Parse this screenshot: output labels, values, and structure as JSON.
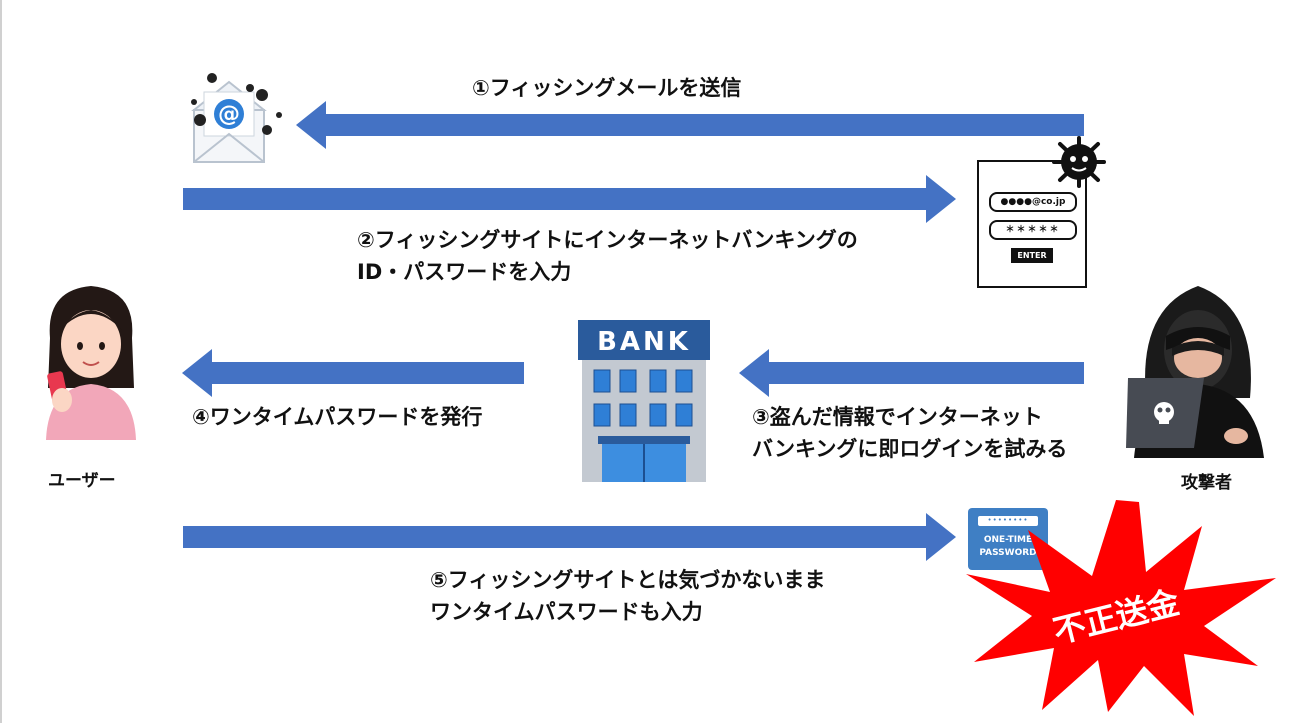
{
  "steps": [
    {
      "text": "①フィッシングメールを送信"
    },
    {
      "lines": [
        "②フィッシングサイトにインターネットバンキングの",
        "ID・パスワードを入力"
      ]
    },
    {
      "lines": [
        "③盗んだ情報でインターネット",
        "バンキングに即ログインを試みる"
      ]
    },
    {
      "text": "④ワンタイムパスワードを発行"
    },
    {
      "lines": [
        "⑤フィッシングサイトとは気づかないまま",
        "ワンタイムパスワードも入力"
      ]
    }
  ],
  "actors": {
    "user": "ユーザー",
    "attacker": "攻撃者"
  },
  "bank_sign": "BANK",
  "phishing_form": {
    "email_field": "●●●●@co.jp",
    "password_field": "＊＊＊＊＊",
    "enter_button": "ENTER"
  },
  "otp_card": {
    "line1": "ONE-TIME",
    "line2": "PASSWORD"
  },
  "burst_text": "不正送金",
  "colors": {
    "arrow": "#4472c4",
    "burst": "#ff0000",
    "bank_sign": "#2a5b9c",
    "otp_card": "#3f7fc4"
  }
}
